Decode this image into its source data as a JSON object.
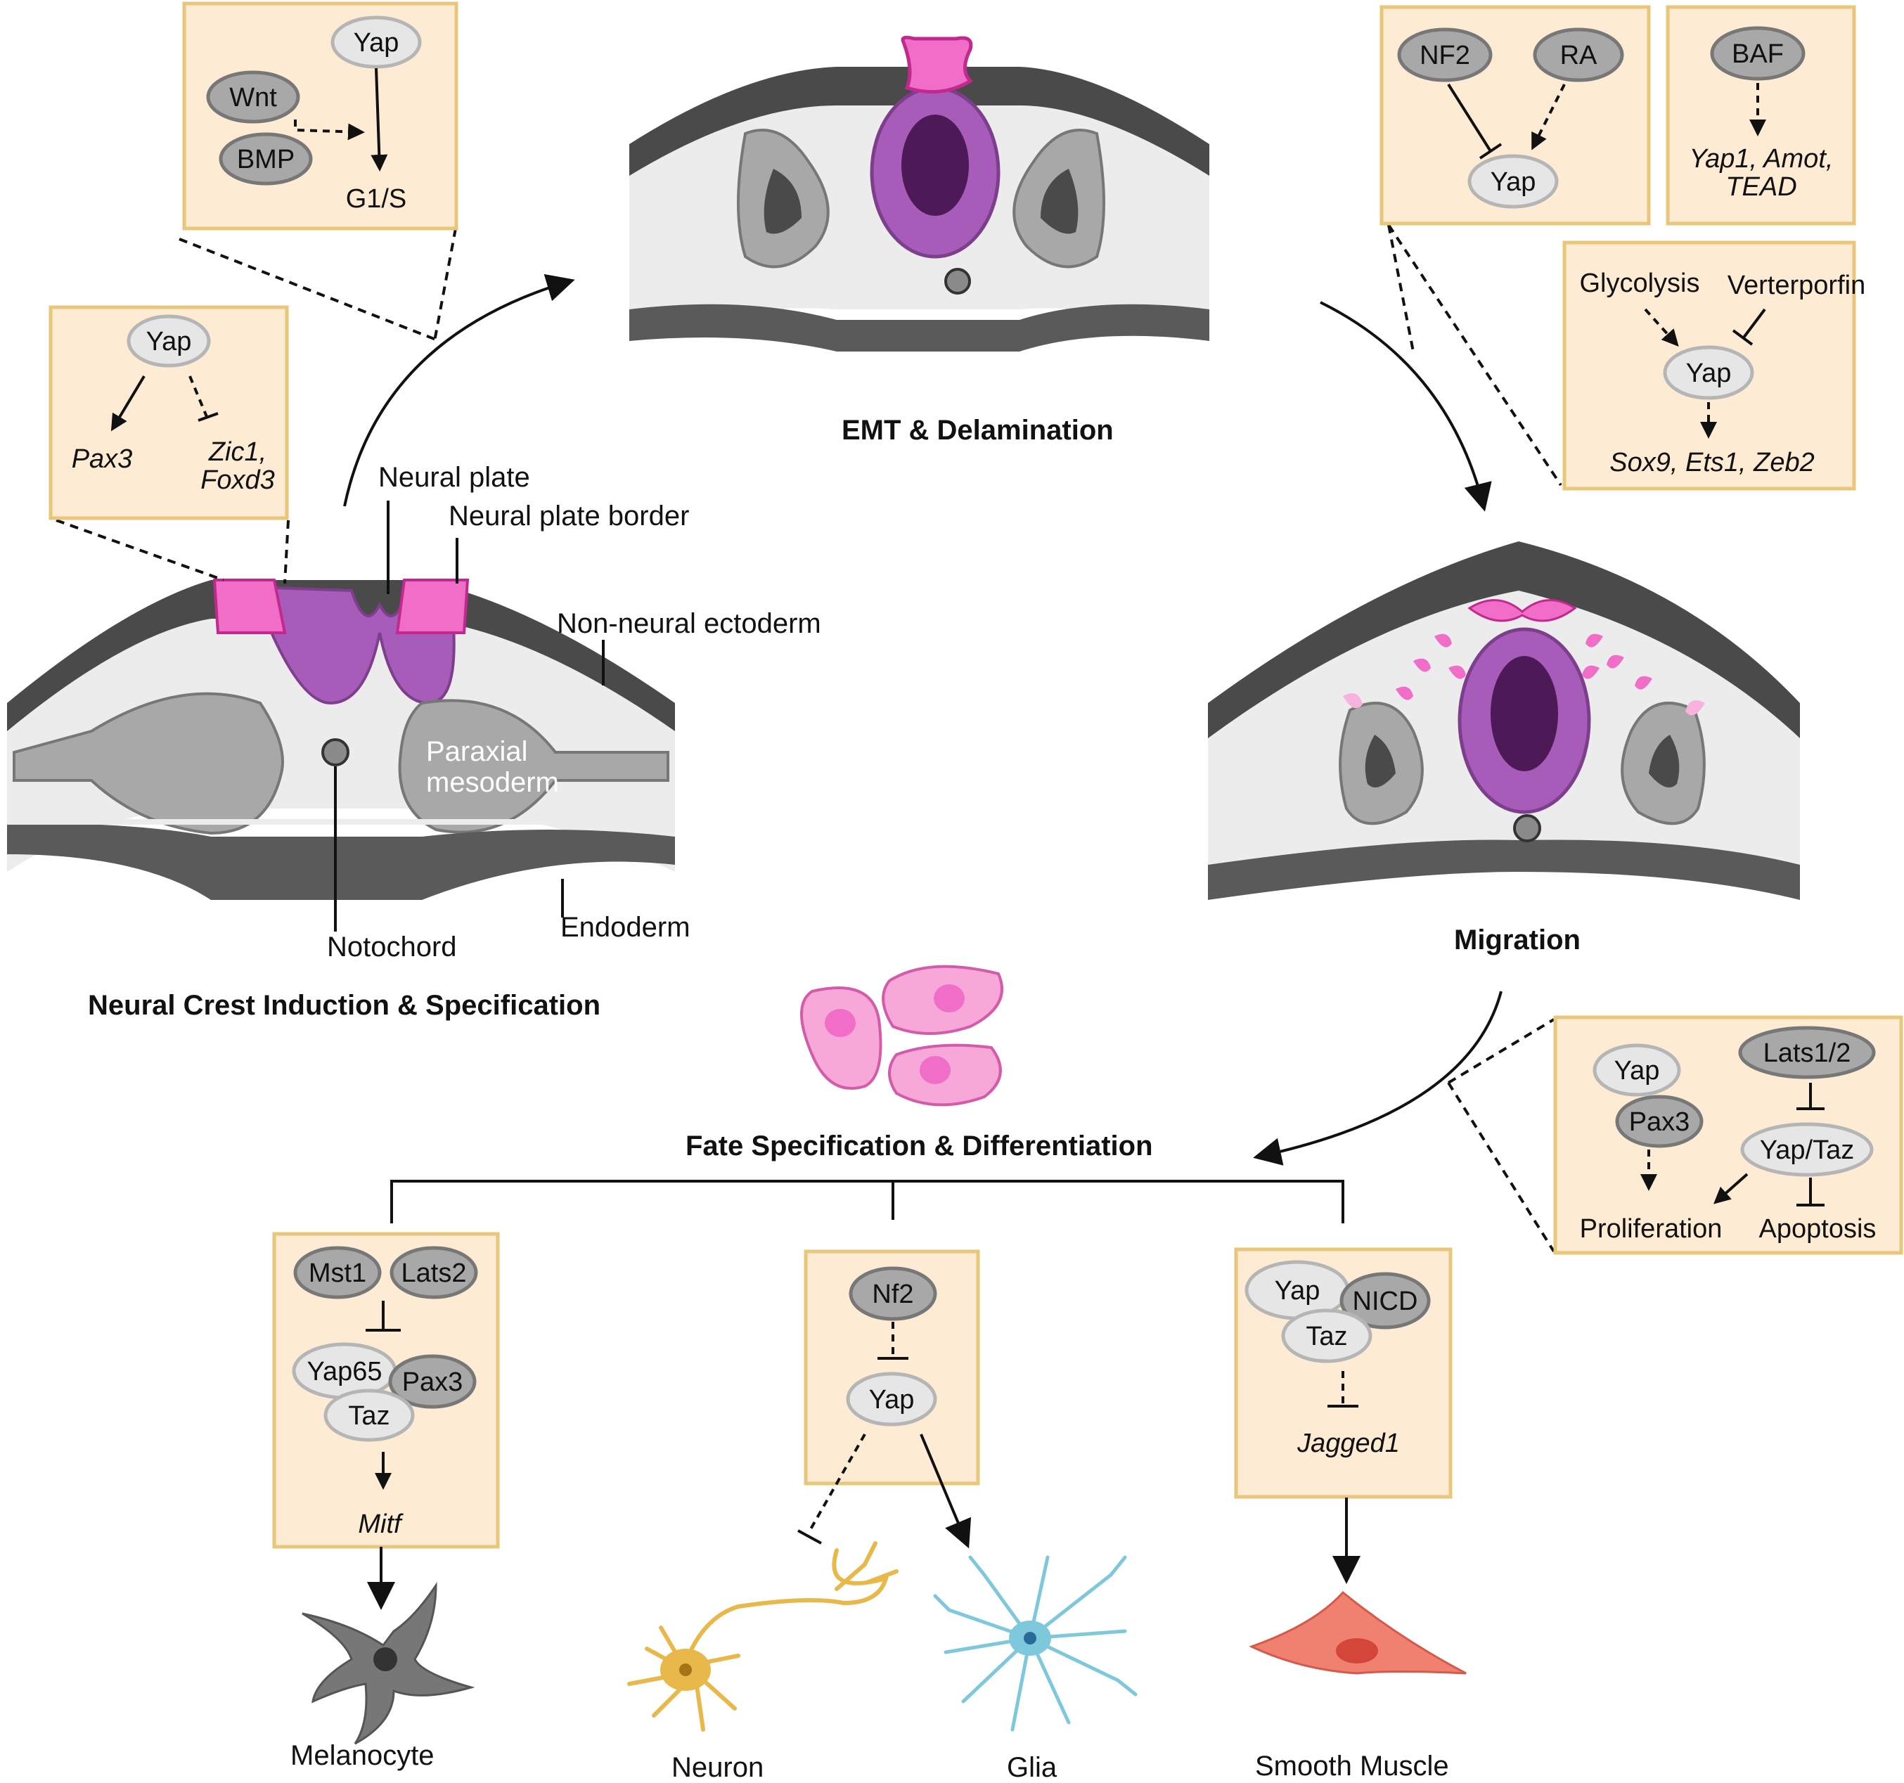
{
  "stages": {
    "induction": "Neural Crest Induction & Specification",
    "emt": "EMT & Delamination",
    "migration": "Migration",
    "fate": "Fate Specification & Differentiation"
  },
  "anatomy": {
    "neural_plate": "Neural plate",
    "neural_plate_border": "Neural plate border",
    "non_neural_ectoderm": "Non-neural ectoderm",
    "paraxial_mesoderm_1": "Paraxial",
    "paraxial_mesoderm_2": "mesoderm",
    "notochord": "Notochord",
    "endoderm": "Endoderm"
  },
  "boxes": {
    "induction_top": {
      "yap": "Yap",
      "wnt": "Wnt",
      "bmp": "BMP",
      "target": "G1/S"
    },
    "induction_left": {
      "yap": "Yap",
      "pax3": "Pax3",
      "zic1": "Zic1,",
      "foxd3": "Foxd3"
    },
    "emt_nf2": {
      "nf2": "NF2",
      "ra": "RA",
      "yap": "Yap"
    },
    "emt_baf": {
      "baf": "BAF",
      "targets_1": "Yap1, Amot,",
      "targets_2": "TEAD"
    },
    "emt_glyco": {
      "glycolysis": "Glycolysis",
      "verteporfin": "Verterporfin",
      "yap": "Yap",
      "targets": "Sox9, Ets1, Zeb2"
    },
    "migration": {
      "yap": "Yap",
      "pax3": "Pax3",
      "lats": "Lats1/2",
      "yaptaz": "Yap/Taz",
      "proliferation": "Proliferation",
      "apoptosis": "Apoptosis"
    },
    "melanocyte": {
      "mst1": "Mst1",
      "lats2": "Lats2",
      "yap65": "Yap65",
      "pax3": "Pax3",
      "taz": "Taz",
      "target": "Mitf"
    },
    "neuroglia": {
      "nf2": "Nf2",
      "yap": "Yap"
    },
    "muscle": {
      "yap": "Yap",
      "nicd": "NICD",
      "taz": "Taz",
      "target": "Jagged1"
    }
  },
  "cells": {
    "melanocyte": "Melanocyte",
    "neuron": "Neuron",
    "glia": "Glia",
    "smooth_muscle": "Smooth Muscle"
  },
  "colors": {
    "box_fill": "#fdebd3",
    "box_border": "#e8c67a",
    "neural_plate": "#a65cb8",
    "neural_crest": "#f06ec8",
    "ectoderm": "#4a4a4a",
    "mesoderm": "#a8a8a8"
  }
}
